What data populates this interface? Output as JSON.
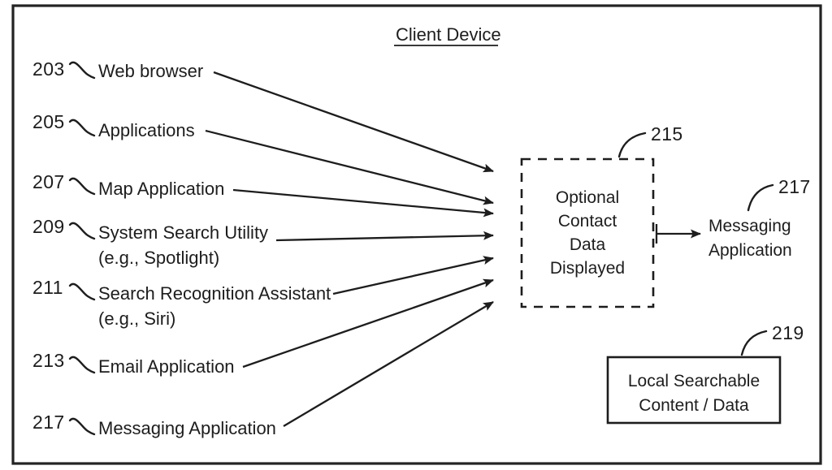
{
  "figure": {
    "title": "Client Device",
    "background_color": "#ffffff",
    "ink_color": "#1d1d1d"
  },
  "source_nodes": [
    {
      "ref": "203",
      "label": "Web browser",
      "label2": ""
    },
    {
      "ref": "205",
      "label": "Applications",
      "label2": ""
    },
    {
      "ref": "207",
      "label": "Map Application",
      "label2": ""
    },
    {
      "ref": "209",
      "label": "System Search Utility",
      "label2": "(e.g., Spotlight)"
    },
    {
      "ref": "211",
      "label": "Search Recognition Assistant",
      "label2": "(e.g., Siri)"
    },
    {
      "ref": "213",
      "label": "Email Application",
      "label2": ""
    },
    {
      "ref": "217",
      "label": "Messaging Application",
      "label2": ""
    }
  ],
  "center_box": {
    "ref": "215",
    "style": "dashed",
    "lines": [
      "Optional",
      "Contact",
      "Data",
      "Displayed"
    ]
  },
  "output_node": {
    "ref": "217",
    "lines": [
      "Messaging",
      "Application"
    ]
  },
  "storage_box": {
    "ref": "219",
    "style": "solid",
    "lines": [
      "Local Searchable",
      "Content / Data"
    ]
  }
}
